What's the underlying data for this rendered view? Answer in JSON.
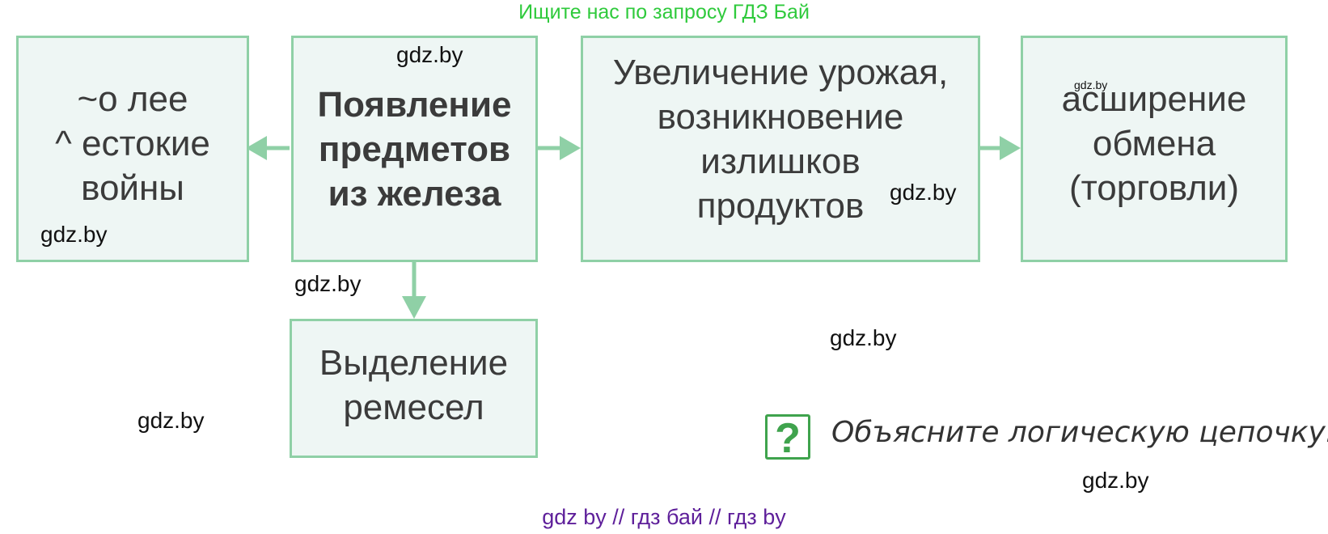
{
  "top_banner": "Ищите нас по запросу ГДЗ Бай",
  "boxes": {
    "left": {
      "line1": "~о  лее",
      "line2": "^  естокие",
      "line3": "войны"
    },
    "center": {
      "line1": "Появление",
      "line2": "предметов",
      "line3": "из железа"
    },
    "middle": {
      "line1": "Увеличение урожая,",
      "line2": "возникновение",
      "line3": "излишков",
      "line4": "продуктов"
    },
    "right": {
      "line1": "асширение",
      "line2": "обмена",
      "line3": "(торговли)"
    },
    "bottom": {
      "line1": "Выделение",
      "line2": "ремесел"
    }
  },
  "watermark": "gdz.by",
  "question": "Объясните логическую цепочку.",
  "question_icon": "question-mark-icon",
  "footer": "gdz by  //  гдз бай  //  гдз by",
  "colors": {
    "box_border": "#8fd0a6",
    "box_fill": "#eef6f4",
    "arrow": "#8fd0a6",
    "banner": "#2fca3c",
    "footer": "#5e1f9a",
    "icon": "#3fa34d"
  }
}
